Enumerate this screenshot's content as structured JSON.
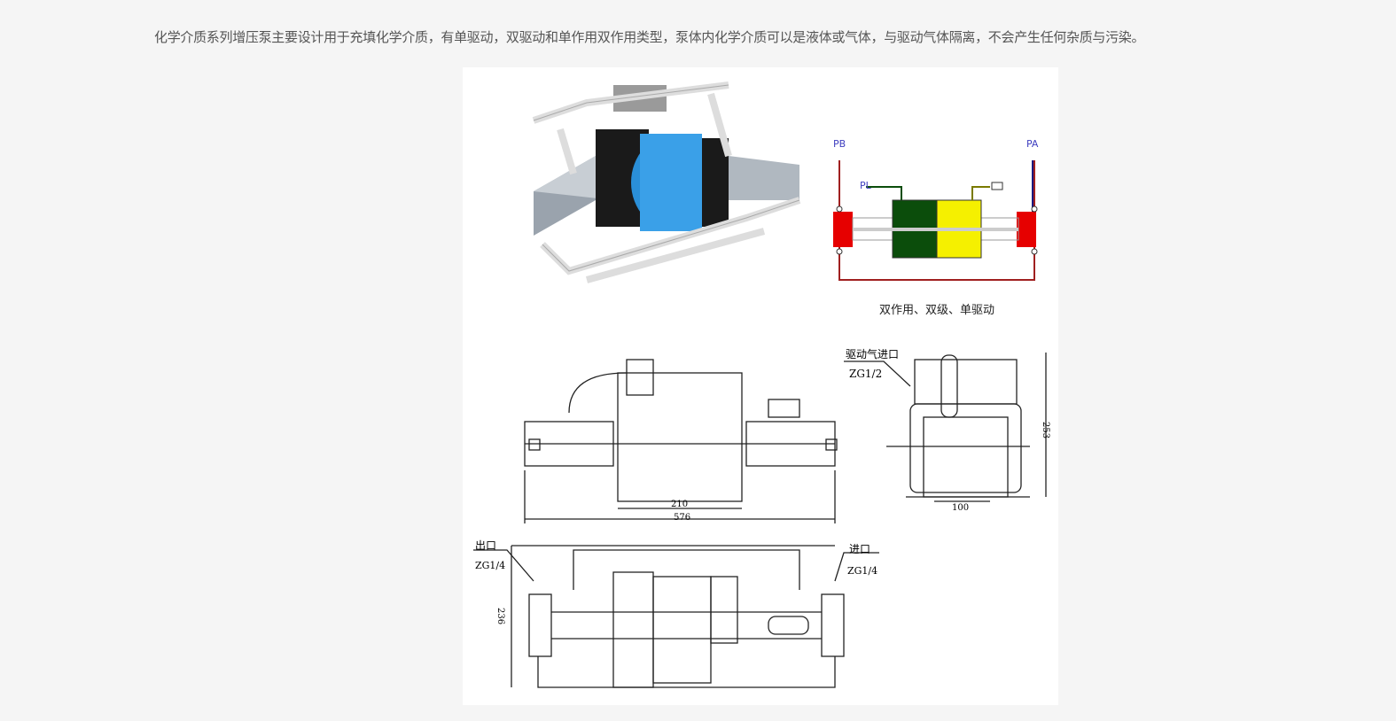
{
  "intro_text": "化学介质系列增压泵主要设计用于充填化学介质，有单驱动，双驱动和单作用双作用类型，泵体内化学介质可以是液体或气体，与驱动气体隔离，不会产生任何杂质与污染。",
  "figure": {
    "schematic": {
      "pb": "PB",
      "pa": "PA",
      "pl": "PL",
      "caption": "双作用、双级、单驱动",
      "colors": {
        "drive": "#e60000",
        "stage1": "#0b4d0b",
        "stage2": "#f5f000",
        "line": "#a02020",
        "inlet": "#1a1a80"
      }
    },
    "front_view": {
      "dim_inner": "210",
      "dim_total": "576"
    },
    "side_view": {
      "inlet_label": "驱动气进口",
      "inlet_thread": "ZG1/2",
      "dim_height": "253",
      "dim_width": "100"
    },
    "top_view": {
      "outlet_label": "出口",
      "outlet_thread": "ZG1/4",
      "inlet_label": "进口",
      "inlet_thread": "ZG1/4",
      "dim_height": "236"
    }
  }
}
